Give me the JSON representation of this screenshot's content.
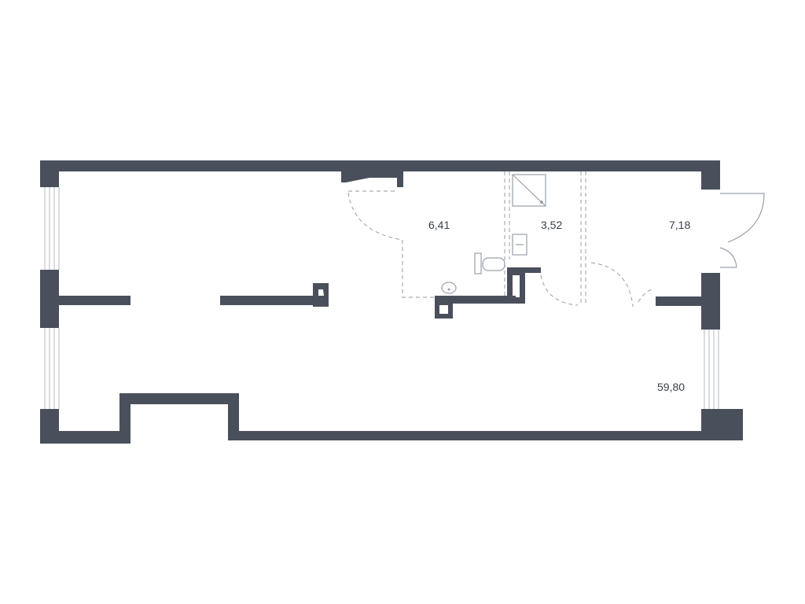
{
  "plan": {
    "rooms": [
      {
        "id": "hall",
        "area": "6,41"
      },
      {
        "id": "bathroom",
        "area": "3,52"
      },
      {
        "id": "entry",
        "area": "7,18"
      },
      {
        "id": "main-space",
        "area": "59,80"
      }
    ],
    "colors": {
      "wall": "#4a4f5c",
      "fixture": "#9aa0aa",
      "label": "#3c404a"
    }
  }
}
